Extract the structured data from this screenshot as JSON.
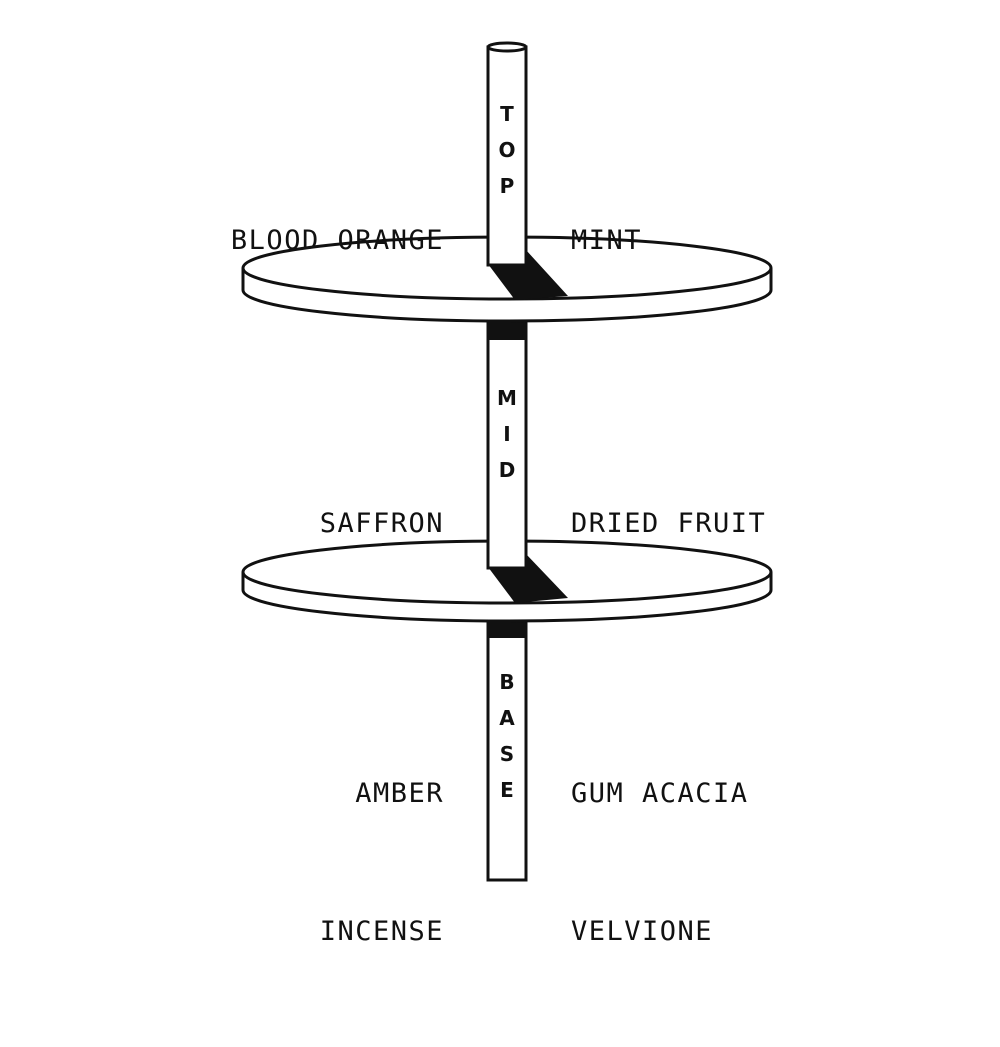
{
  "tiers": [
    {
      "label": "TOP",
      "left_notes": [
        "BLOOD ORANGE"
      ],
      "right_notes": [
        "MINT"
      ]
    },
    {
      "label": "MID",
      "left_notes": [
        "SAFFRON"
      ],
      "right_notes": [
        "DRIED FRUIT"
      ]
    },
    {
      "label": "BASE",
      "left_notes": [
        "AMBER",
        "INCENSE"
      ],
      "right_notes": [
        "GUM ACACIA",
        "VELVIONE"
      ]
    }
  ],
  "colors": {
    "ink": "#111111",
    "fill": "#ffffff"
  }
}
